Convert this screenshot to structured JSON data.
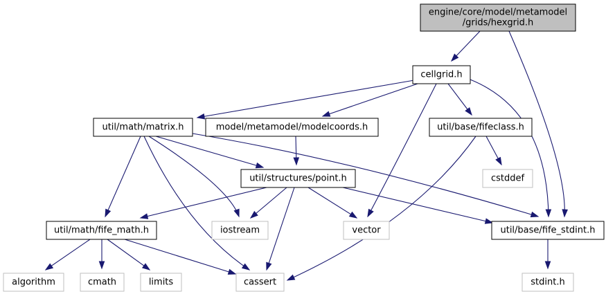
{
  "diagram": {
    "colors": {
      "edge": "#191970",
      "root_fill": "#bfbfbf",
      "node_fill": "#ffffff",
      "node_border": "#000000",
      "external_border": "#bfbfbf",
      "external_text": "#000000"
    },
    "nodes": [
      {
        "id": "hexgrid",
        "lines": [
          "engine/core/model/metamodel",
          "/grids/hexgrid.h"
        ],
        "kind": "root"
      },
      {
        "id": "cellgrid",
        "lines": [
          "cellgrid.h"
        ],
        "kind": "internal"
      },
      {
        "id": "matrix",
        "lines": [
          "util/math/matrix.h"
        ],
        "kind": "internal"
      },
      {
        "id": "modelcoords",
        "lines": [
          "model/metamodel/modelcoords.h"
        ],
        "kind": "internal"
      },
      {
        "id": "fifeclass",
        "lines": [
          "util/base/fifeclass.h"
        ],
        "kind": "internal"
      },
      {
        "id": "point",
        "lines": [
          "util/structures/point.h"
        ],
        "kind": "internal"
      },
      {
        "id": "cstddef",
        "lines": [
          "cstddef"
        ],
        "kind": "external"
      },
      {
        "id": "fife_math",
        "lines": [
          "util/math/fife_math.h"
        ],
        "kind": "internal"
      },
      {
        "id": "iostream",
        "lines": [
          "iostream"
        ],
        "kind": "external"
      },
      {
        "id": "vector",
        "lines": [
          "vector"
        ],
        "kind": "external"
      },
      {
        "id": "fife_stdint",
        "lines": [
          "util/base/fife_stdint.h"
        ],
        "kind": "internal"
      },
      {
        "id": "algorithm",
        "lines": [
          "algorithm"
        ],
        "kind": "external"
      },
      {
        "id": "cmath",
        "lines": [
          "cmath"
        ],
        "kind": "external"
      },
      {
        "id": "limits",
        "lines": [
          "limits"
        ],
        "kind": "external"
      },
      {
        "id": "cassert",
        "lines": [
          "cassert"
        ],
        "kind": "external"
      },
      {
        "id": "stdint",
        "lines": [
          "stdint.h"
        ],
        "kind": "external"
      }
    ],
    "edges": [
      {
        "from": "hexgrid",
        "to": "cellgrid"
      },
      {
        "from": "hexgrid",
        "to": "fife_stdint"
      },
      {
        "from": "cellgrid",
        "to": "matrix"
      },
      {
        "from": "cellgrid",
        "to": "modelcoords"
      },
      {
        "from": "cellgrid",
        "to": "fifeclass"
      },
      {
        "from": "cellgrid",
        "to": "vector"
      },
      {
        "from": "cellgrid",
        "to": "fife_stdint"
      },
      {
        "from": "matrix",
        "to": "point"
      },
      {
        "from": "matrix",
        "to": "fife_math"
      },
      {
        "from": "matrix",
        "to": "iostream"
      },
      {
        "from": "matrix",
        "to": "cassert"
      },
      {
        "from": "matrix",
        "to": "fife_stdint"
      },
      {
        "from": "modelcoords",
        "to": "point"
      },
      {
        "from": "fifeclass",
        "to": "cstddef"
      },
      {
        "from": "fifeclass",
        "to": "cassert"
      },
      {
        "from": "point",
        "to": "fife_math"
      },
      {
        "from": "point",
        "to": "iostream"
      },
      {
        "from": "point",
        "to": "vector"
      },
      {
        "from": "point",
        "to": "cassert"
      },
      {
        "from": "point",
        "to": "fife_stdint"
      },
      {
        "from": "fife_math",
        "to": "algorithm"
      },
      {
        "from": "fife_math",
        "to": "cmath"
      },
      {
        "from": "fife_math",
        "to": "limits"
      },
      {
        "from": "fife_math",
        "to": "cassert"
      },
      {
        "from": "fife_stdint",
        "to": "stdint"
      }
    ]
  }
}
